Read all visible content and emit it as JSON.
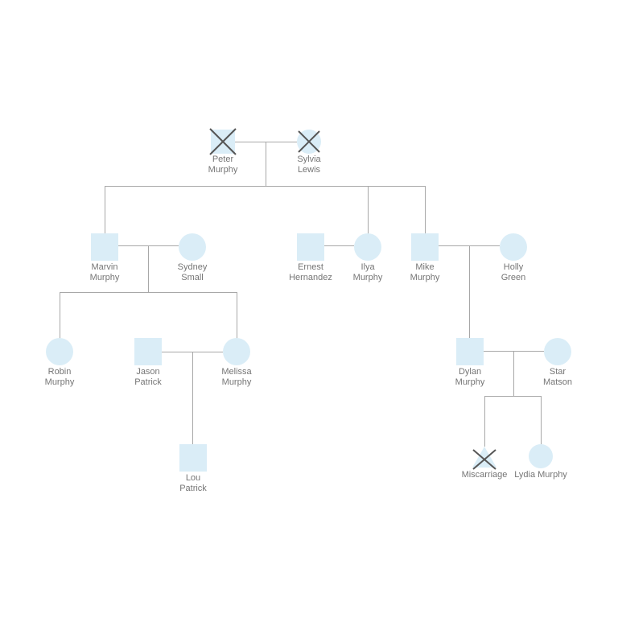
{
  "colors": {
    "shape_fill": "#daedf7",
    "connector_line": "#a8a8a8",
    "deceased_mark": "#565656",
    "label_text": "#757575",
    "background": "#ffffff"
  },
  "people": [
    {
      "name": "Peter Murphy",
      "line1": "Peter",
      "line2": "Murphy",
      "symbol": "square-male",
      "deceased": true
    },
    {
      "name": "Sylvia Lewis",
      "line1": "Sylvia",
      "line2": "Lewis",
      "symbol": "circle-female",
      "deceased": true
    },
    {
      "name": "Marvin Murphy",
      "line1": "Marvin",
      "line2": "Murphy",
      "symbol": "square-male",
      "deceased": false
    },
    {
      "name": "Sydney Small",
      "line1": "Sydney",
      "line2": "Small",
      "symbol": "circle-female",
      "deceased": false
    },
    {
      "name": "Ernest Hernandez",
      "line1": "Ernest",
      "line2": "Hernandez",
      "symbol": "square-male",
      "deceased": false
    },
    {
      "name": "Ilya Murphy",
      "line1": "Ilya",
      "line2": "Murphy",
      "symbol": "circle-female",
      "deceased": false
    },
    {
      "name": "Mike Murphy",
      "line1": "Mike",
      "line2": "Murphy",
      "symbol": "square-male",
      "deceased": false
    },
    {
      "name": "Holly Green",
      "line1": "Holly",
      "line2": "Green",
      "symbol": "circle-female",
      "deceased": false
    },
    {
      "name": "Robin Murphy",
      "line1": "Robin",
      "line2": "Murphy",
      "symbol": "circle-female",
      "deceased": false
    },
    {
      "name": "Jason Patrick",
      "line1": "Jason",
      "line2": "Patrick",
      "symbol": "square-male",
      "deceased": false
    },
    {
      "name": "Melissa Murphy",
      "line1": "Melissa",
      "line2": "Murphy",
      "symbol": "circle-female",
      "deceased": false
    },
    {
      "name": "Dylan Murphy",
      "line1": "Dylan",
      "line2": "Murphy",
      "symbol": "square-male",
      "deceased": false
    },
    {
      "name": "Star Matson",
      "line1": "Star",
      "line2": "Matson",
      "symbol": "circle-female",
      "deceased": false
    },
    {
      "name": "Lou Patrick",
      "line1": "Lou",
      "line2": "Patrick",
      "symbol": "square-male",
      "deceased": false
    },
    {
      "name": "Miscarriage",
      "line1": "Miscarriage",
      "symbol": "triangle-pregnancy-loss",
      "deceased": true
    },
    {
      "name": "Lydia Murphy",
      "line1": "Lydia Murphy",
      "symbol": "circle-female",
      "deceased": false
    }
  ],
  "unions": [
    {
      "partners": [
        "Peter Murphy",
        "Sylvia Lewis"
      ],
      "children": [
        "Marvin Murphy",
        "Ilya Murphy",
        "Mike Murphy"
      ]
    },
    {
      "partners": [
        "Marvin Murphy",
        "Sydney Small"
      ],
      "children": [
        "Robin Murphy",
        "Melissa Murphy"
      ]
    },
    {
      "partners": [
        "Ernest Hernandez",
        "Ilya Murphy"
      ],
      "children": []
    },
    {
      "partners": [
        "Mike Murphy",
        "Holly Green"
      ],
      "children": [
        "Dylan Murphy"
      ]
    },
    {
      "partners": [
        "Jason Patrick",
        "Melissa Murphy"
      ],
      "children": [
        "Lou Patrick"
      ]
    },
    {
      "partners": [
        "Dylan Murphy",
        "Star Matson"
      ],
      "children": [
        "Miscarriage",
        "Lydia Murphy"
      ]
    }
  ]
}
